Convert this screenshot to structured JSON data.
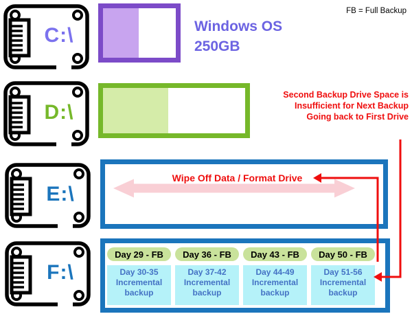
{
  "legend": {
    "fb_note": "FB = Full Backup"
  },
  "drives": {
    "c": {
      "letter": "C:\\",
      "label_line1": "Windows OS",
      "label_line2": "250GB",
      "fill_percent": 49,
      "border_color": "#7C4BC8",
      "fill_color": "#C8A4EF",
      "text_color": "#6C63E2"
    },
    "d": {
      "letter": "D:\\",
      "fill_percent": 46,
      "border_color": "#76B82A",
      "fill_color": "#D5ECA9"
    },
    "e": {
      "letter": "E:\\",
      "wipe_label": "Wipe Off Data / Format Drive"
    },
    "f": {
      "letter": "F:\\",
      "segments": [
        {
          "full": "Day 29 - FB",
          "range": "Day 30-35",
          "label": "Incremental backup"
        },
        {
          "full": "Day 36 - FB",
          "range": "Day 37-42",
          "label": "Incremental backup"
        },
        {
          "full": "Day 43 - FB",
          "range": "Day 44-49",
          "label": "Incremental backup"
        },
        {
          "full": "Day 50 - FB",
          "range": "Day 51-56",
          "label": "Incremental backup"
        }
      ]
    }
  },
  "annotations": {
    "insufficient_line1": "Second Backup Drive Space is",
    "insufficient_line2": "Insufficient for Next Backup",
    "insufficient_line3": "Going back to First Drive"
  },
  "colors": {
    "red": "#EF0E0E",
    "box_blue": "#1B75BC",
    "pill_green": "#C9E29B",
    "cyan": "#B5F2F9",
    "cyan_text": "#4472C4",
    "pink_arrow": "#F9CFD5"
  }
}
